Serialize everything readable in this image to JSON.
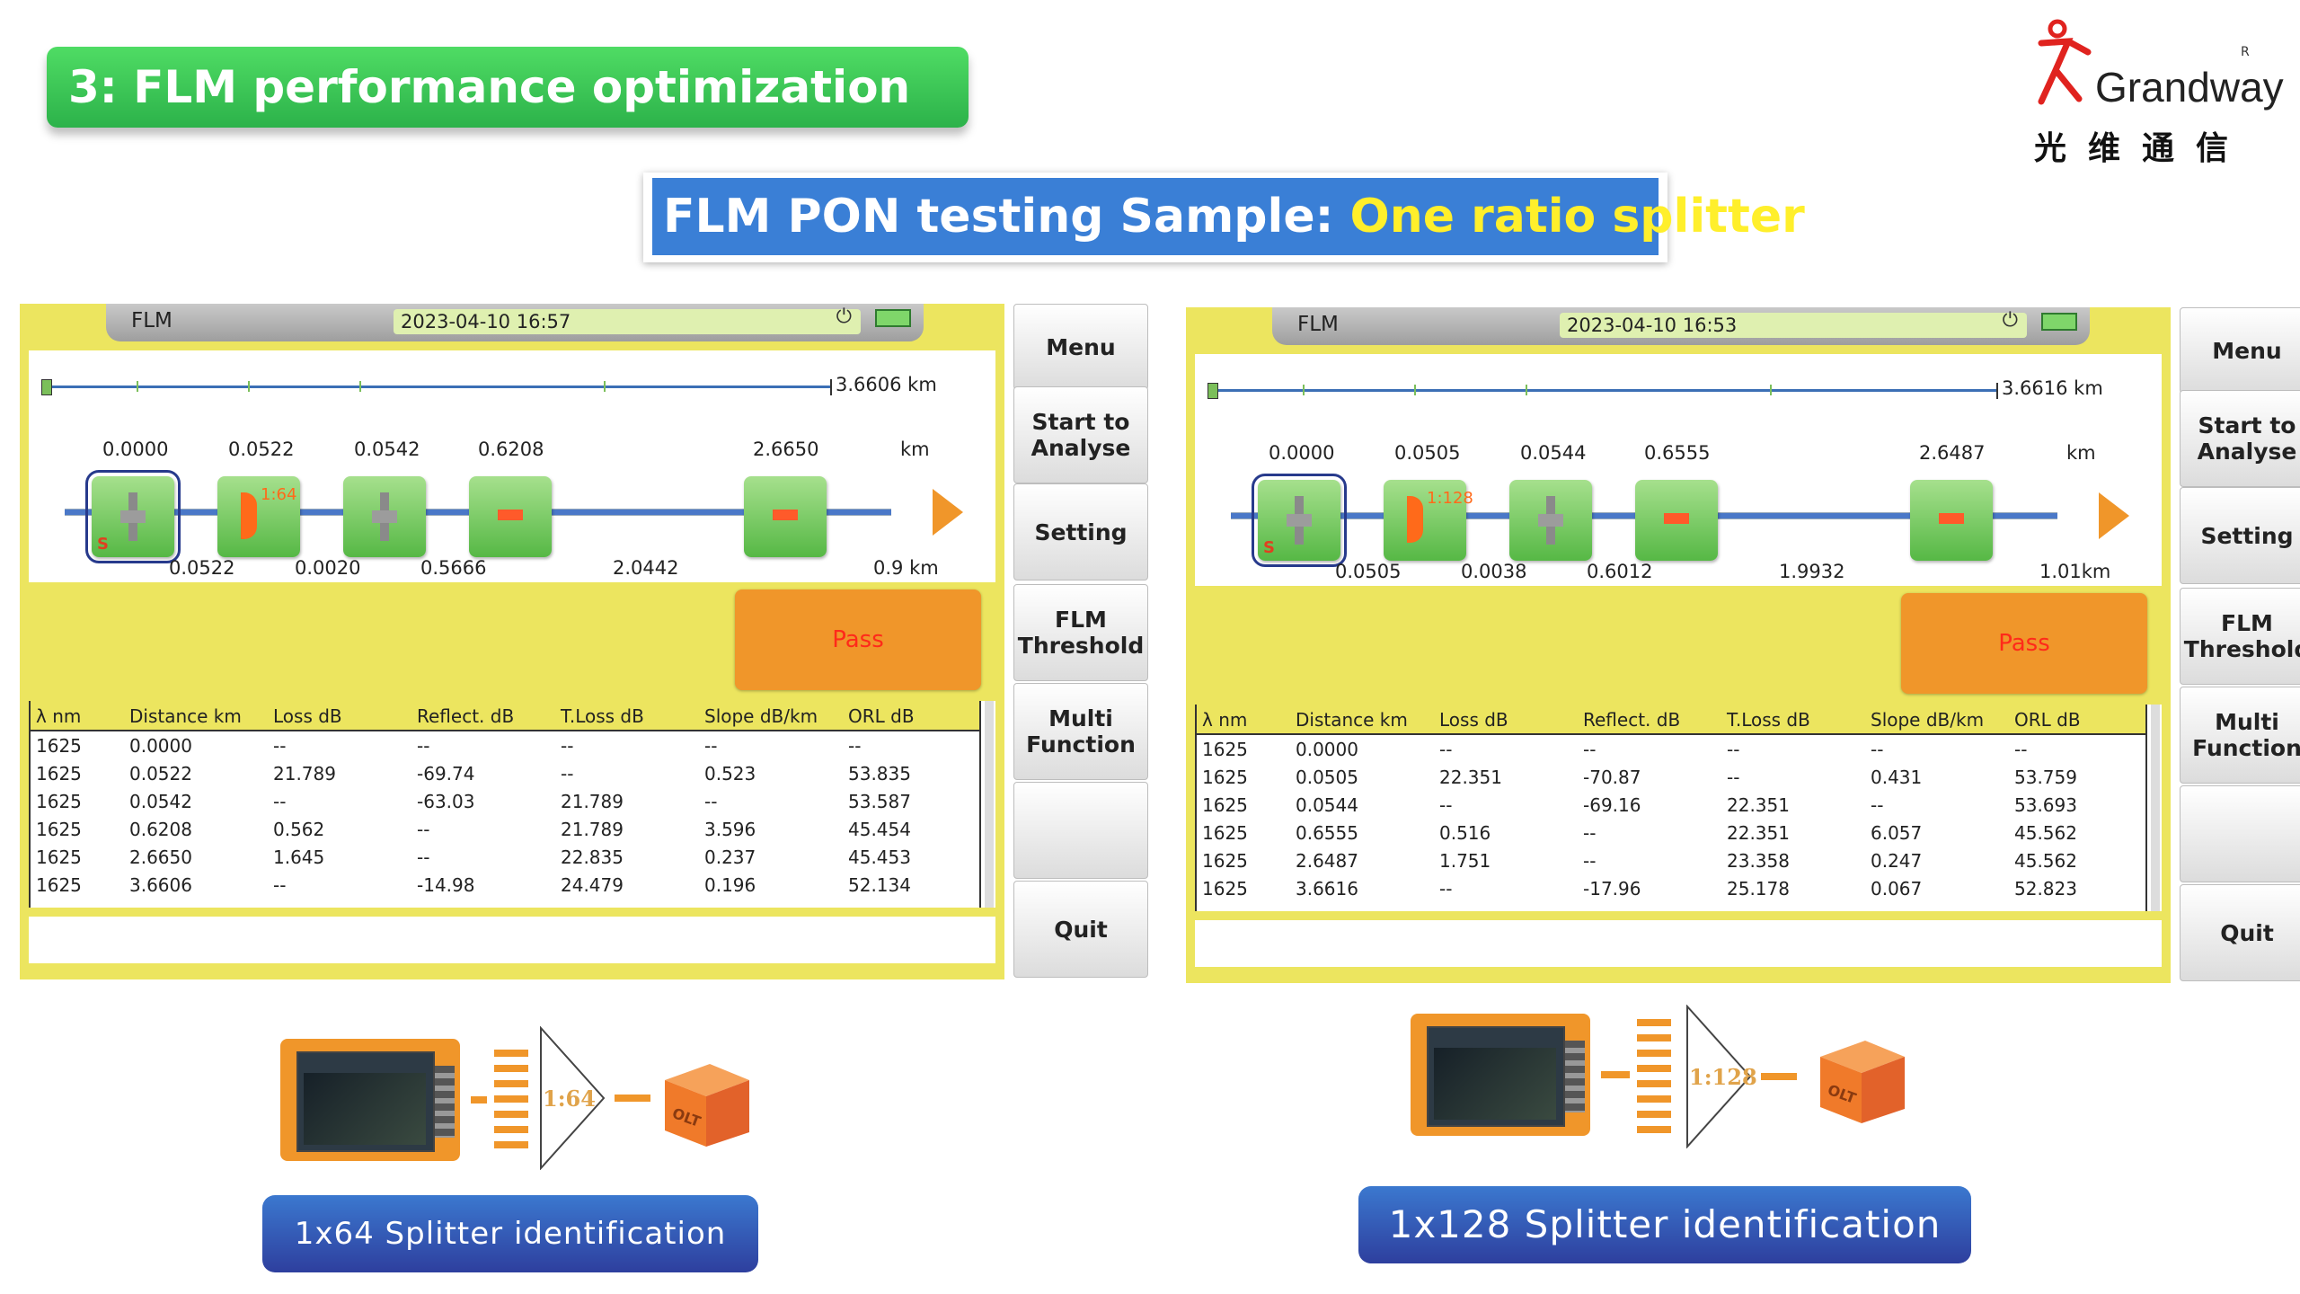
{
  "header": {
    "title": "3: FLM performance optimization"
  },
  "logo": {
    "brand": "Grandway",
    "chinese": "光维通信",
    "registered": "R"
  },
  "subtitle": {
    "prefix": "FLM PON testing Sample: ",
    "highlight": "One ratio splitter"
  },
  "colors": {
    "banner": "#2cb24a",
    "subtitle_bg": "#3a7fd6",
    "highlight": "#ffef2b",
    "screen_bg": "#ece55f",
    "accent_orange": "#f0962a",
    "caption": "#2e3f9e"
  },
  "panels": [
    {
      "app": "FLM",
      "datetime": "2023-04-10 16:57",
      "range": "3.6606 km",
      "unit": "km",
      "event_distances": [
        "0.0000",
        "0.0522",
        "0.0542",
        "0.6208",
        "2.6650"
      ],
      "segments": [
        "0.0522",
        "0.0020",
        "0.5666",
        "2.0442",
        "0.9 km"
      ],
      "splitter_ratio": "1:64",
      "verdict": "Pass",
      "columns": [
        "λ nm",
        "Distance km",
        "Loss dB",
        "Reflect. dB",
        "T.Loss dB",
        "Slope dB/km",
        "ORL dB"
      ],
      "rows": [
        [
          "1625",
          "0.0000",
          "--",
          "--",
          "--",
          "--",
          "--"
        ],
        [
          "1625",
          "0.0522",
          "21.789",
          "-69.74",
          "--",
          "0.523",
          "53.835"
        ],
        [
          "1625",
          "0.0542",
          "--",
          "-63.03",
          "21.789",
          "--",
          "53.587"
        ],
        [
          "1625",
          "0.6208",
          "0.562",
          "--",
          "21.789",
          "3.596",
          "45.454"
        ],
        [
          "1625",
          "2.6650",
          "1.645",
          "--",
          "22.835",
          "0.237",
          "45.453"
        ],
        [
          "1625",
          "3.6606",
          "--",
          "-14.98",
          "24.479",
          "0.196",
          "52.134"
        ]
      ],
      "buttons": [
        "Menu",
        "Start to Analyse",
        "Setting",
        "FLM Threshold",
        "Multi Function",
        "",
        "Quit"
      ],
      "diagram_ratio": "1:64",
      "olt": "OLT",
      "caption": "1x64 Splitter identification"
    },
    {
      "app": "FLM",
      "datetime": "2023-04-10 16:53",
      "range": "3.6616 km",
      "unit": "km",
      "event_distances": [
        "0.0000",
        "0.0505",
        "0.0544",
        "0.6555",
        "2.6487"
      ],
      "segments": [
        "0.0505",
        "0.0038",
        "0.6012",
        "1.9932",
        "1.01km"
      ],
      "splitter_ratio": "1:128",
      "verdict": "Pass",
      "columns": [
        "λ nm",
        "Distance km",
        "Loss dB",
        "Reflect. dB",
        "T.Loss dB",
        "Slope dB/km",
        "ORL dB"
      ],
      "rows": [
        [
          "1625",
          "0.0000",
          "--",
          "--",
          "--",
          "--",
          "--"
        ],
        [
          "1625",
          "0.0505",
          "22.351",
          "-70.87",
          "--",
          "0.431",
          "53.759"
        ],
        [
          "1625",
          "0.0544",
          "--",
          "-69.16",
          "22.351",
          "--",
          "53.693"
        ],
        [
          "1625",
          "0.6555",
          "0.516",
          "--",
          "22.351",
          "6.057",
          "45.562"
        ],
        [
          "1625",
          "2.6487",
          "1.751",
          "--",
          "23.358",
          "0.247",
          "45.562"
        ],
        [
          "1625",
          "3.6616",
          "--",
          "-17.96",
          "25.178",
          "0.067",
          "52.823"
        ]
      ],
      "buttons": [
        "Menu",
        "Start to Analyse",
        "Setting",
        "FLM Threshold",
        "Multi Function",
        "",
        "Quit"
      ],
      "diagram_ratio": "1:128",
      "olt": "OLT",
      "caption": "1x128 Splitter identification"
    }
  ]
}
